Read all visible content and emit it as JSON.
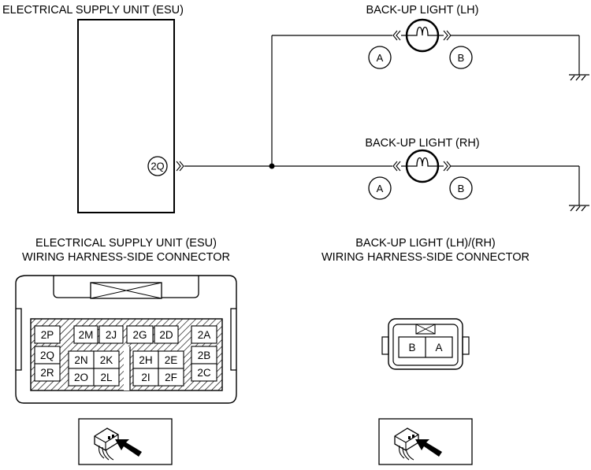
{
  "wiring": {
    "esu_title": "ELECTRICAL SUPPLY UNIT (ESU)",
    "esu_terminal": "2Q",
    "lh_title": "BACK-UP LIGHT (LH)",
    "rh_title": "BACK-UP LIGHT (RH)",
    "term_a": "A",
    "term_b": "B"
  },
  "esu_connector": {
    "title_line1": "ELECTRICAL SUPPLY UNIT (ESU)",
    "title_line2": "WIRING HARNESS-SIDE CONNECTOR",
    "pins": {
      "p2P": "2P",
      "p2Q": "2Q",
      "p2R": "2R",
      "p2M": "2M",
      "p2J": "2J",
      "p2G": "2G",
      "p2D": "2D",
      "p2N": "2N",
      "p2K": "2K",
      "p2O": "2O",
      "p2L": "2L",
      "p2H": "2H",
      "p2E": "2E",
      "p2I": "2I",
      "p2F": "2F",
      "p2A": "2A",
      "p2B": "2B",
      "p2C": "2C"
    }
  },
  "light_connector": {
    "title_line1": "BACK-UP LIGHT (LH)/(RH)",
    "title_line2": "WIRING HARNESS-SIDE CONNECTOR",
    "pins": {
      "b": "B",
      "a": "A"
    }
  },
  "icons": {
    "view_direction_left": "harness-side-view-icon",
    "view_direction_right": "harness-side-view-icon",
    "ground": "ground-symbol-icon",
    "bulb": "bulb-icon"
  }
}
